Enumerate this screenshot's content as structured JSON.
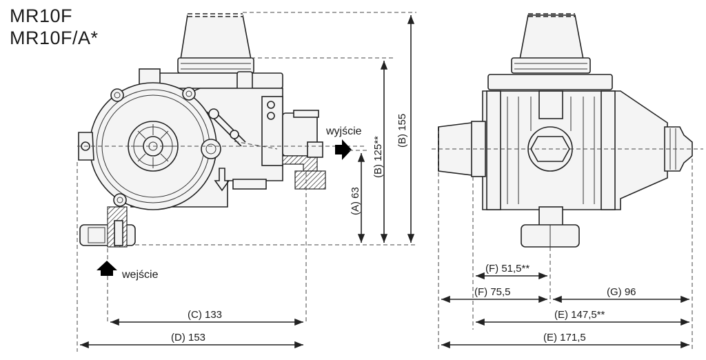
{
  "titles": [
    "MR10F",
    "MR10F/A*"
  ],
  "labels": {
    "outlet": "wyjście",
    "inlet": "wejście"
  },
  "dimensions": {
    "A": "(A) 63",
    "B_right": "(B) 155",
    "B_mid": "(B) 125**",
    "C": "(C) 133",
    "D": "(D) 153",
    "F1": "(F) 51,5**",
    "F2": "(F) 75,5",
    "G": "(G) 96",
    "E1": "(E) 147,5**",
    "E2": "(E) 171,5"
  },
  "colors": {
    "line": "#222222",
    "fill": "#f4f4f4",
    "arrow": "#000000"
  }
}
